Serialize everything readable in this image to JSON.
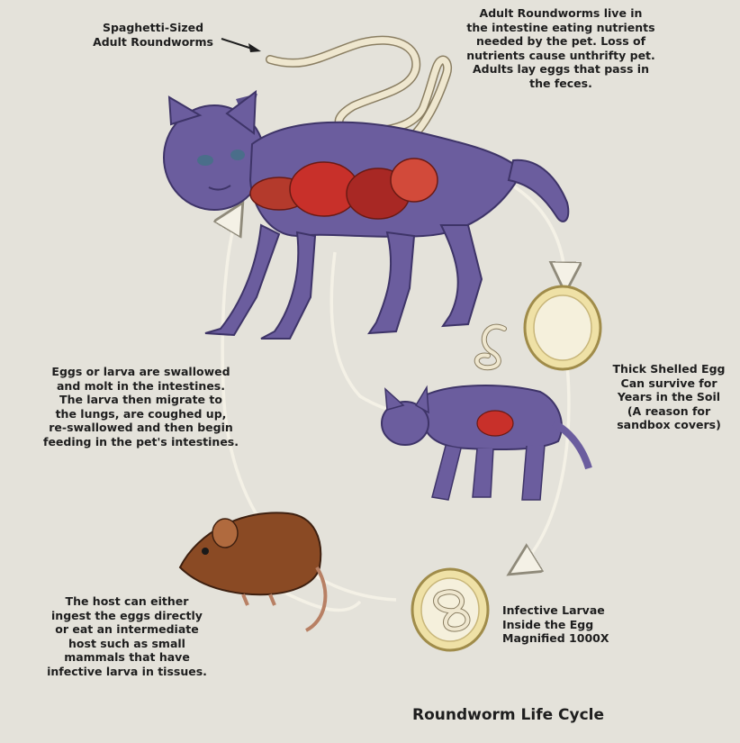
{
  "title": "Roundworm Life Cycle",
  "labels": {
    "spaghetti": "Spaghetti-Sized\nAdult Roundworms",
    "adult": "Adult Roundworms live in\nthe intestine eating nutrients\nneeded by the pet. Loss of\nnutrients cause unthrifty pet.\nAdults lay eggs that pass in\nthe feces.",
    "eggs_larva": "Eggs or larva are swallowed\nand molt in the intestines.\nThe larva then migrate to\nthe lungs, are coughed up,\nre-swallowed and then begin\nfeeding in the pet's intestines.",
    "thick_egg": "Thick Shelled Egg\nCan survive for\nYears in the Soil\n(A reason for\nsandbox covers)",
    "infective": "Infective Larvae\nInside the Egg\nMagnified 1000X",
    "host": "The host can either\ningest the eggs directly\nor eat an intermediate\nhost such as small\nmammals that have\ninfective larva in tissues."
  },
  "colors": {
    "background": "#e4e2da",
    "cat_fur": "#6b5d9e",
    "organs": "#c8302a",
    "worm": "#efe7cf",
    "egg_shell": "#efe1a6",
    "mouse_fur": "#8a4a24",
    "cycle_line": "#f4f1e6"
  }
}
